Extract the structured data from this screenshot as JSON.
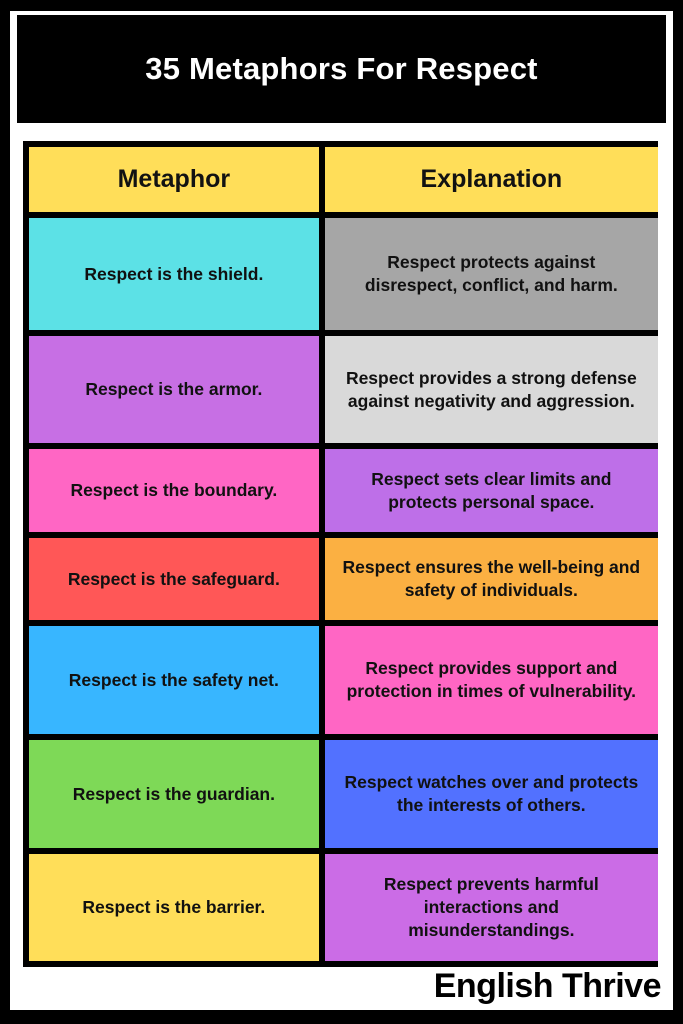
{
  "page": {
    "title": "35 Metaphors For Respect",
    "brand": "English Thrive"
  },
  "table": {
    "header_bg": "#FFDE59",
    "headers": {
      "metaphor": "Metaphor",
      "explanation": "Explanation"
    },
    "rows": [
      {
        "metaphor": "Respect is the shield.",
        "explanation": "Respect protects against disrespect, conflict, and harm.",
        "metaphor_bg": "#5CE1E6",
        "explanation_bg": "#A6A6A6"
      },
      {
        "metaphor": "Respect is the armor.",
        "explanation": "Respect provides a strong defense against negativity and aggression.",
        "metaphor_bg": "#C76FE4",
        "explanation_bg": "#D9D9D9"
      },
      {
        "metaphor": "Respect is the boundary.",
        "explanation": "Respect sets clear limits and protects personal space.",
        "metaphor_bg": "#FF66C4",
        "explanation_bg": "#BE6FE8"
      },
      {
        "metaphor": "Respect is the safeguard.",
        "explanation": "Respect ensures the well-being and safety of individuals.",
        "metaphor_bg": "#FF5757",
        "explanation_bg": "#FBB042"
      },
      {
        "metaphor": "Respect is the safety net.",
        "explanation": "Respect provides support and protection in times of vulnerability.",
        "metaphor_bg": "#38B6FF",
        "explanation_bg": "#FF66C4"
      },
      {
        "metaphor": "Respect is the guardian.",
        "explanation": "Respect watches over and protects the interests of others.",
        "metaphor_bg": "#7ED957",
        "explanation_bg": "#5271FF"
      },
      {
        "metaphor": "Respect is the barrier.",
        "explanation": "Respect prevents harmful interactions and misunderstandings.",
        "metaphor_bg": "#FFDE59",
        "explanation_bg": "#CB6CE6"
      }
    ]
  }
}
